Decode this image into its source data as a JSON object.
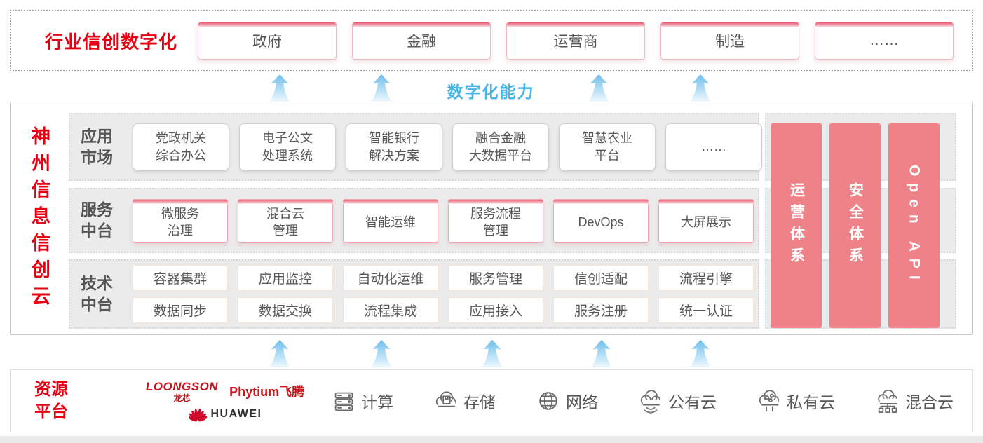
{
  "top_banner": {
    "title": "行业信创数字化",
    "industries": [
      "政府",
      "金融",
      "运营商",
      "制造",
      "……"
    ]
  },
  "capability_label": "数字化能力",
  "platform": {
    "vertical_title": "神州信息信创云",
    "rows": [
      {
        "label": "应用\n市场",
        "items": [
          "党政机关\n综合办公",
          "电子公文\n处理系统",
          "智能银行\n解决方案",
          "融合金融\n大数据平台",
          "智慧农业\n平台",
          "……"
        ]
      },
      {
        "label": "服务\n中台",
        "items": [
          "微服务\n治理",
          "混合云\n管理",
          "智能运维",
          "服务流程\n管理",
          "DevOps",
          "大屏展示"
        ]
      },
      {
        "label": "技术\n中台",
        "items_top": [
          "容器集群",
          "应用监控",
          "自动化运维",
          "服务管理",
          "信创适配",
          "流程引擎"
        ],
        "items_bottom": [
          "数据同步",
          "数据交换",
          "流程集成",
          "应用接入",
          "服务注册",
          "统一认证"
        ]
      }
    ],
    "pillars": [
      "运营体系",
      "安全体系",
      "Open API"
    ]
  },
  "resources": {
    "title": "资源\n平台",
    "vendors": {
      "loongson_en": "LOONGSON",
      "loongson_cn": "龙芯",
      "phytium": "Phytium飞腾",
      "huawei": "HUAWEI"
    },
    "items": [
      {
        "icon": "compute-icon",
        "label": "计算"
      },
      {
        "icon": "storage-icon",
        "label": "存储"
      },
      {
        "icon": "network-icon",
        "label": "网络"
      },
      {
        "icon": "public-cloud-icon",
        "label": "公有云"
      },
      {
        "icon": "private-cloud-icon",
        "label": "私有云"
      },
      {
        "icon": "hybrid-cloud-icon",
        "label": "混合云"
      }
    ]
  },
  "colors": {
    "accent_red": "#e60012",
    "logo_red": "#c8161d",
    "pillar_pink": "#ee8288",
    "capability_blue": "#45b5e8",
    "arrow_blue": "#8ccbf2",
    "text_gray": "#595757"
  }
}
